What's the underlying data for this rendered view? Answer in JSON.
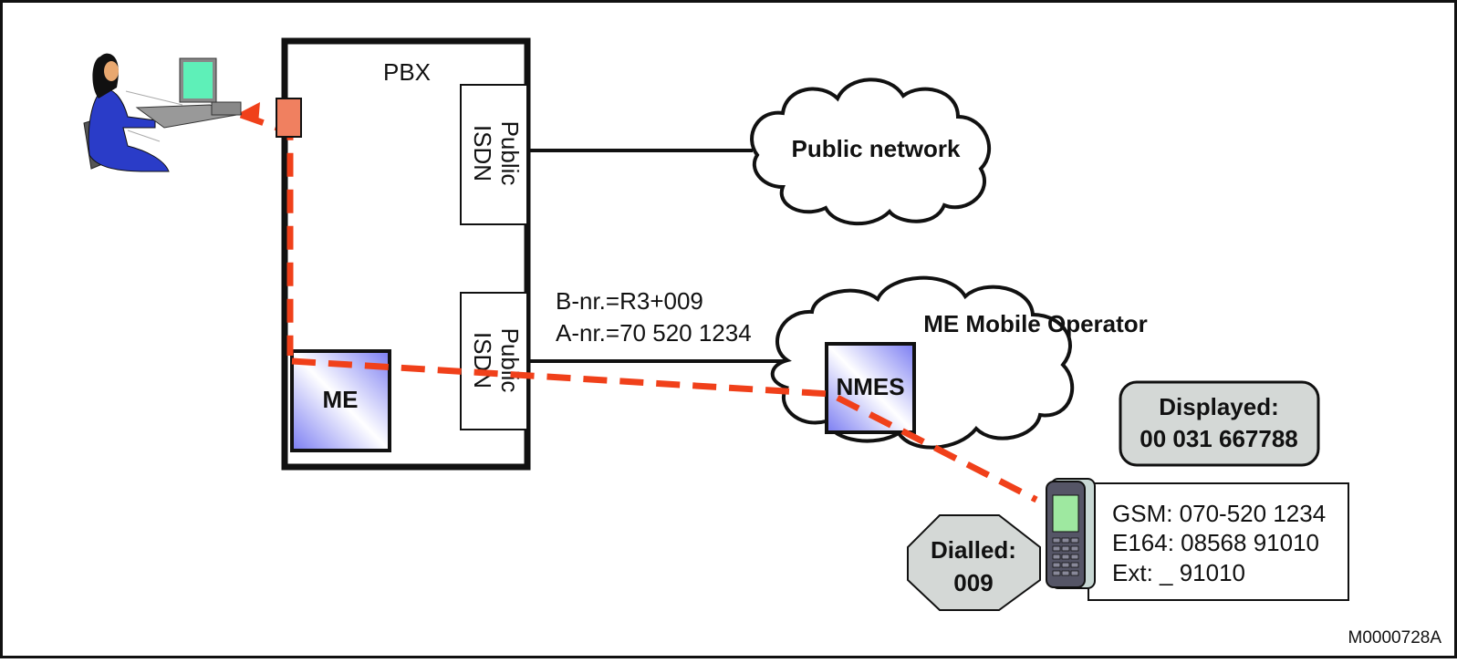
{
  "diagram": {
    "pbx_label": "PBX",
    "isdn_top": {
      "line1": "Public",
      "line2": "ISDN"
    },
    "isdn_bottom": {
      "line1": "Public",
      "line2": "ISDN"
    },
    "me_label": "ME",
    "public_network_label": "Public network",
    "mobile_operator_label": "ME Mobile Operator",
    "nmes_label": "NMES",
    "b_number": "B-nr.=R3+009",
    "a_number": "A-nr.=70 520 1234",
    "displayed": {
      "title": "Displayed:",
      "value": "00 031 667788"
    },
    "dialled": {
      "title": "Dialled:",
      "value": "009"
    },
    "phone_info": {
      "gsm": "GSM: 070-520 1234",
      "e164": "E164: 08568 91010",
      "ext": "Ext: _ 91010"
    },
    "figure_id": "M0000728A",
    "colors": {
      "call_path": "#f0401a",
      "connector": "#f08060",
      "gradient_blue": "#7a7cf2",
      "badge_fill": "#d4d8d6",
      "screen_green": "#5ef0b8",
      "phone_screen": "#9ee8a0",
      "person_blue": "#2a3cc8"
    }
  }
}
